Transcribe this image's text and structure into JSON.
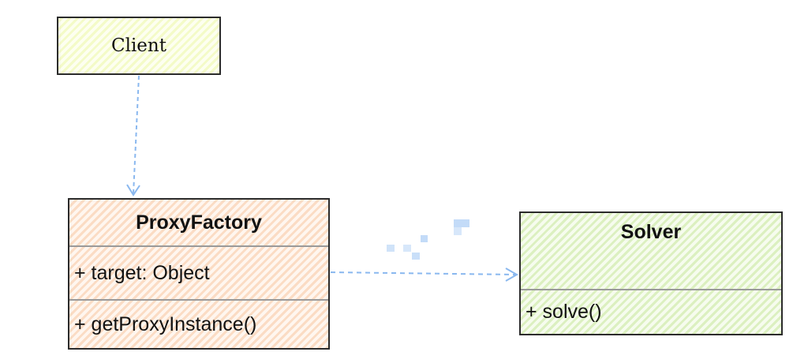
{
  "diagram": {
    "type": "UML class diagram",
    "classes": {
      "client": {
        "name": "Client",
        "fill": "#f4fbc8"
      },
      "proxy_factory": {
        "name": "ProxyFactory",
        "attributes": [
          "+ target: Object"
        ],
        "methods": [
          "+ getProxyInstance()"
        ],
        "fill": "#fbdcc4"
      },
      "solver": {
        "name": "Solver",
        "attributes": [],
        "methods": [
          "+ solve()"
        ],
        "fill": "#dcf0c0"
      }
    },
    "relations": [
      {
        "from": "Client",
        "to": "ProxyFactory",
        "style": "dashed",
        "arrow": "open",
        "color": "#8ab8ef"
      },
      {
        "from": "ProxyFactory",
        "to": "Solver",
        "style": "dashed",
        "arrow": "open",
        "color": "#8ab8ef"
      }
    ]
  }
}
